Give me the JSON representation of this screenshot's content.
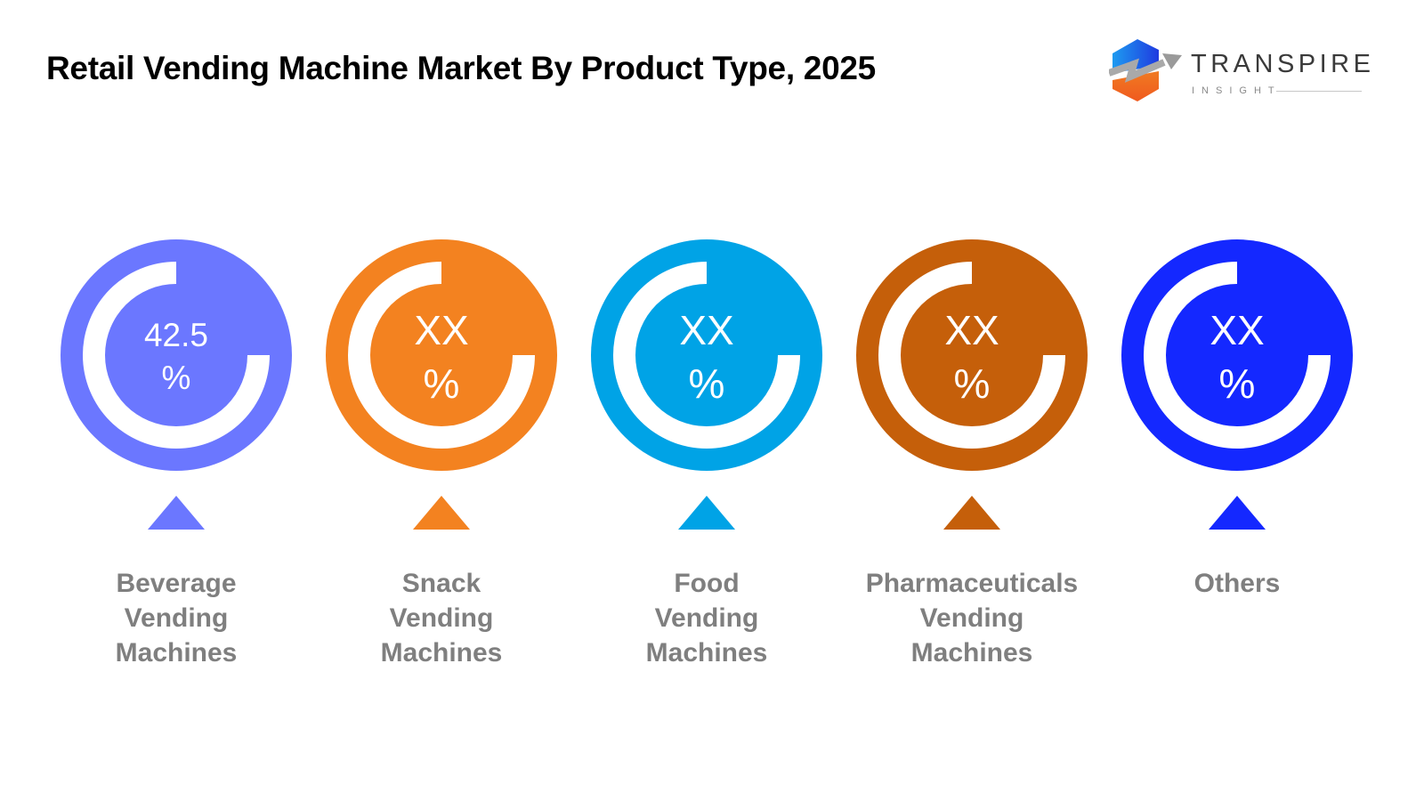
{
  "header": {
    "title": "Retail Vending Machine Market By Product Type, 2025"
  },
  "logo": {
    "name": "TRANSPIRE",
    "subtitle": "INSIGHT",
    "icon": "hexagon-arrow-logo-icon"
  },
  "segments": [
    {
      "label_lines": [
        "Beverage",
        "Vending",
        "Machines"
      ],
      "value": "42.5",
      "unit": "%",
      "color": "#6B77FF"
    },
    {
      "label_lines": [
        "Snack",
        "Vending",
        "Machines"
      ],
      "value": "XX",
      "unit": "%",
      "color": "#F38220"
    },
    {
      "label_lines": [
        "Food",
        "Vending",
        "Machines"
      ],
      "value": "XX",
      "unit": "%",
      "color": "#00A3E6"
    },
    {
      "label_lines": [
        "Pharmaceuticals",
        "Vending",
        "Machines"
      ],
      "value": "XX",
      "unit": "%",
      "color": "#C55F0A"
    },
    {
      "label_lines": [
        "Others"
      ],
      "value": "XX",
      "unit": "%",
      "color": "#1428FF"
    }
  ],
  "colors": {
    "label_text": "#7F7F7F",
    "title_text": "#000000",
    "ring": "#FFFFFF"
  },
  "chart_data": {
    "type": "pie",
    "title": "Retail Vending Machine Market By Product Type, 2025",
    "categories": [
      "Beverage Vending Machines",
      "Snack Vending Machines",
      "Food Vending Machines",
      "Pharmaceuticals Vending Machines",
      "Others"
    ],
    "values": [
      42.5,
      null,
      null,
      null,
      null
    ],
    "value_labels": [
      "42.5 %",
      "XX %",
      "XX %",
      "XX %",
      "XX %"
    ],
    "unit": "%",
    "colors": [
      "#6B77FF",
      "#F38220",
      "#00A3E6",
      "#C55F0A",
      "#1428FF"
    ],
    "xlabel": "",
    "ylabel": "",
    "legend": "labels below each donut indicator",
    "grid": false
  }
}
